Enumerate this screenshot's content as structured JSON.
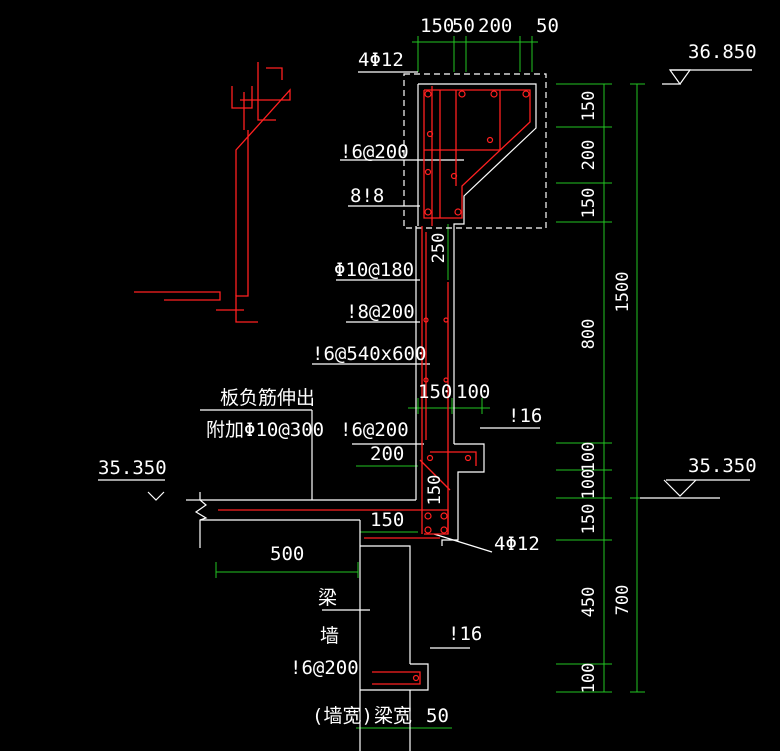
{
  "elevations": {
    "top": "36.850",
    "left_slab": "35.350",
    "right_slab": "35.350"
  },
  "top_dims": {
    "d1": "150",
    "d2": "50",
    "d3": "200",
    "d4": "50"
  },
  "right_dims": {
    "r1": "150",
    "r2": "200",
    "r3": "150",
    "r4": "800",
    "r5": "100",
    "r6": "100",
    "r7": "150",
    "r8": "450",
    "r9": "100",
    "overall_upper": "1500",
    "overall_lower": "700"
  },
  "labels": {
    "top_bars": "4Φ12",
    "stirrup_top": "!6@200",
    "bar_8": "8!8",
    "dim_250": "250",
    "wall_v": "Φ10@180",
    "wall_h": "!8@200",
    "tie": "!6@540x600",
    "dim_150a": "150",
    "dim_100a": "100",
    "slab_note1": "板负筋伸出",
    "slab_note2": "附加Φ10@300",
    "stirrup_mid": "!6@200",
    "dim_200": "200",
    "bar_16a": "!16",
    "dim_150b": "150",
    "dim_150c": "150",
    "beam_bars": "4Φ12",
    "dim_500": "500",
    "beam": "梁",
    "wall": "墙",
    "stirrup_low": "!6@200",
    "bar_16b": "!16",
    "wall_width": "(墙宽)",
    "beam_width": "梁宽",
    "dim_50": "50"
  },
  "colors": {
    "background": "#000000",
    "rebar": "#ff2020",
    "dimension": "#22c422",
    "outline": "#ffffff",
    "text": "#ffffff"
  }
}
